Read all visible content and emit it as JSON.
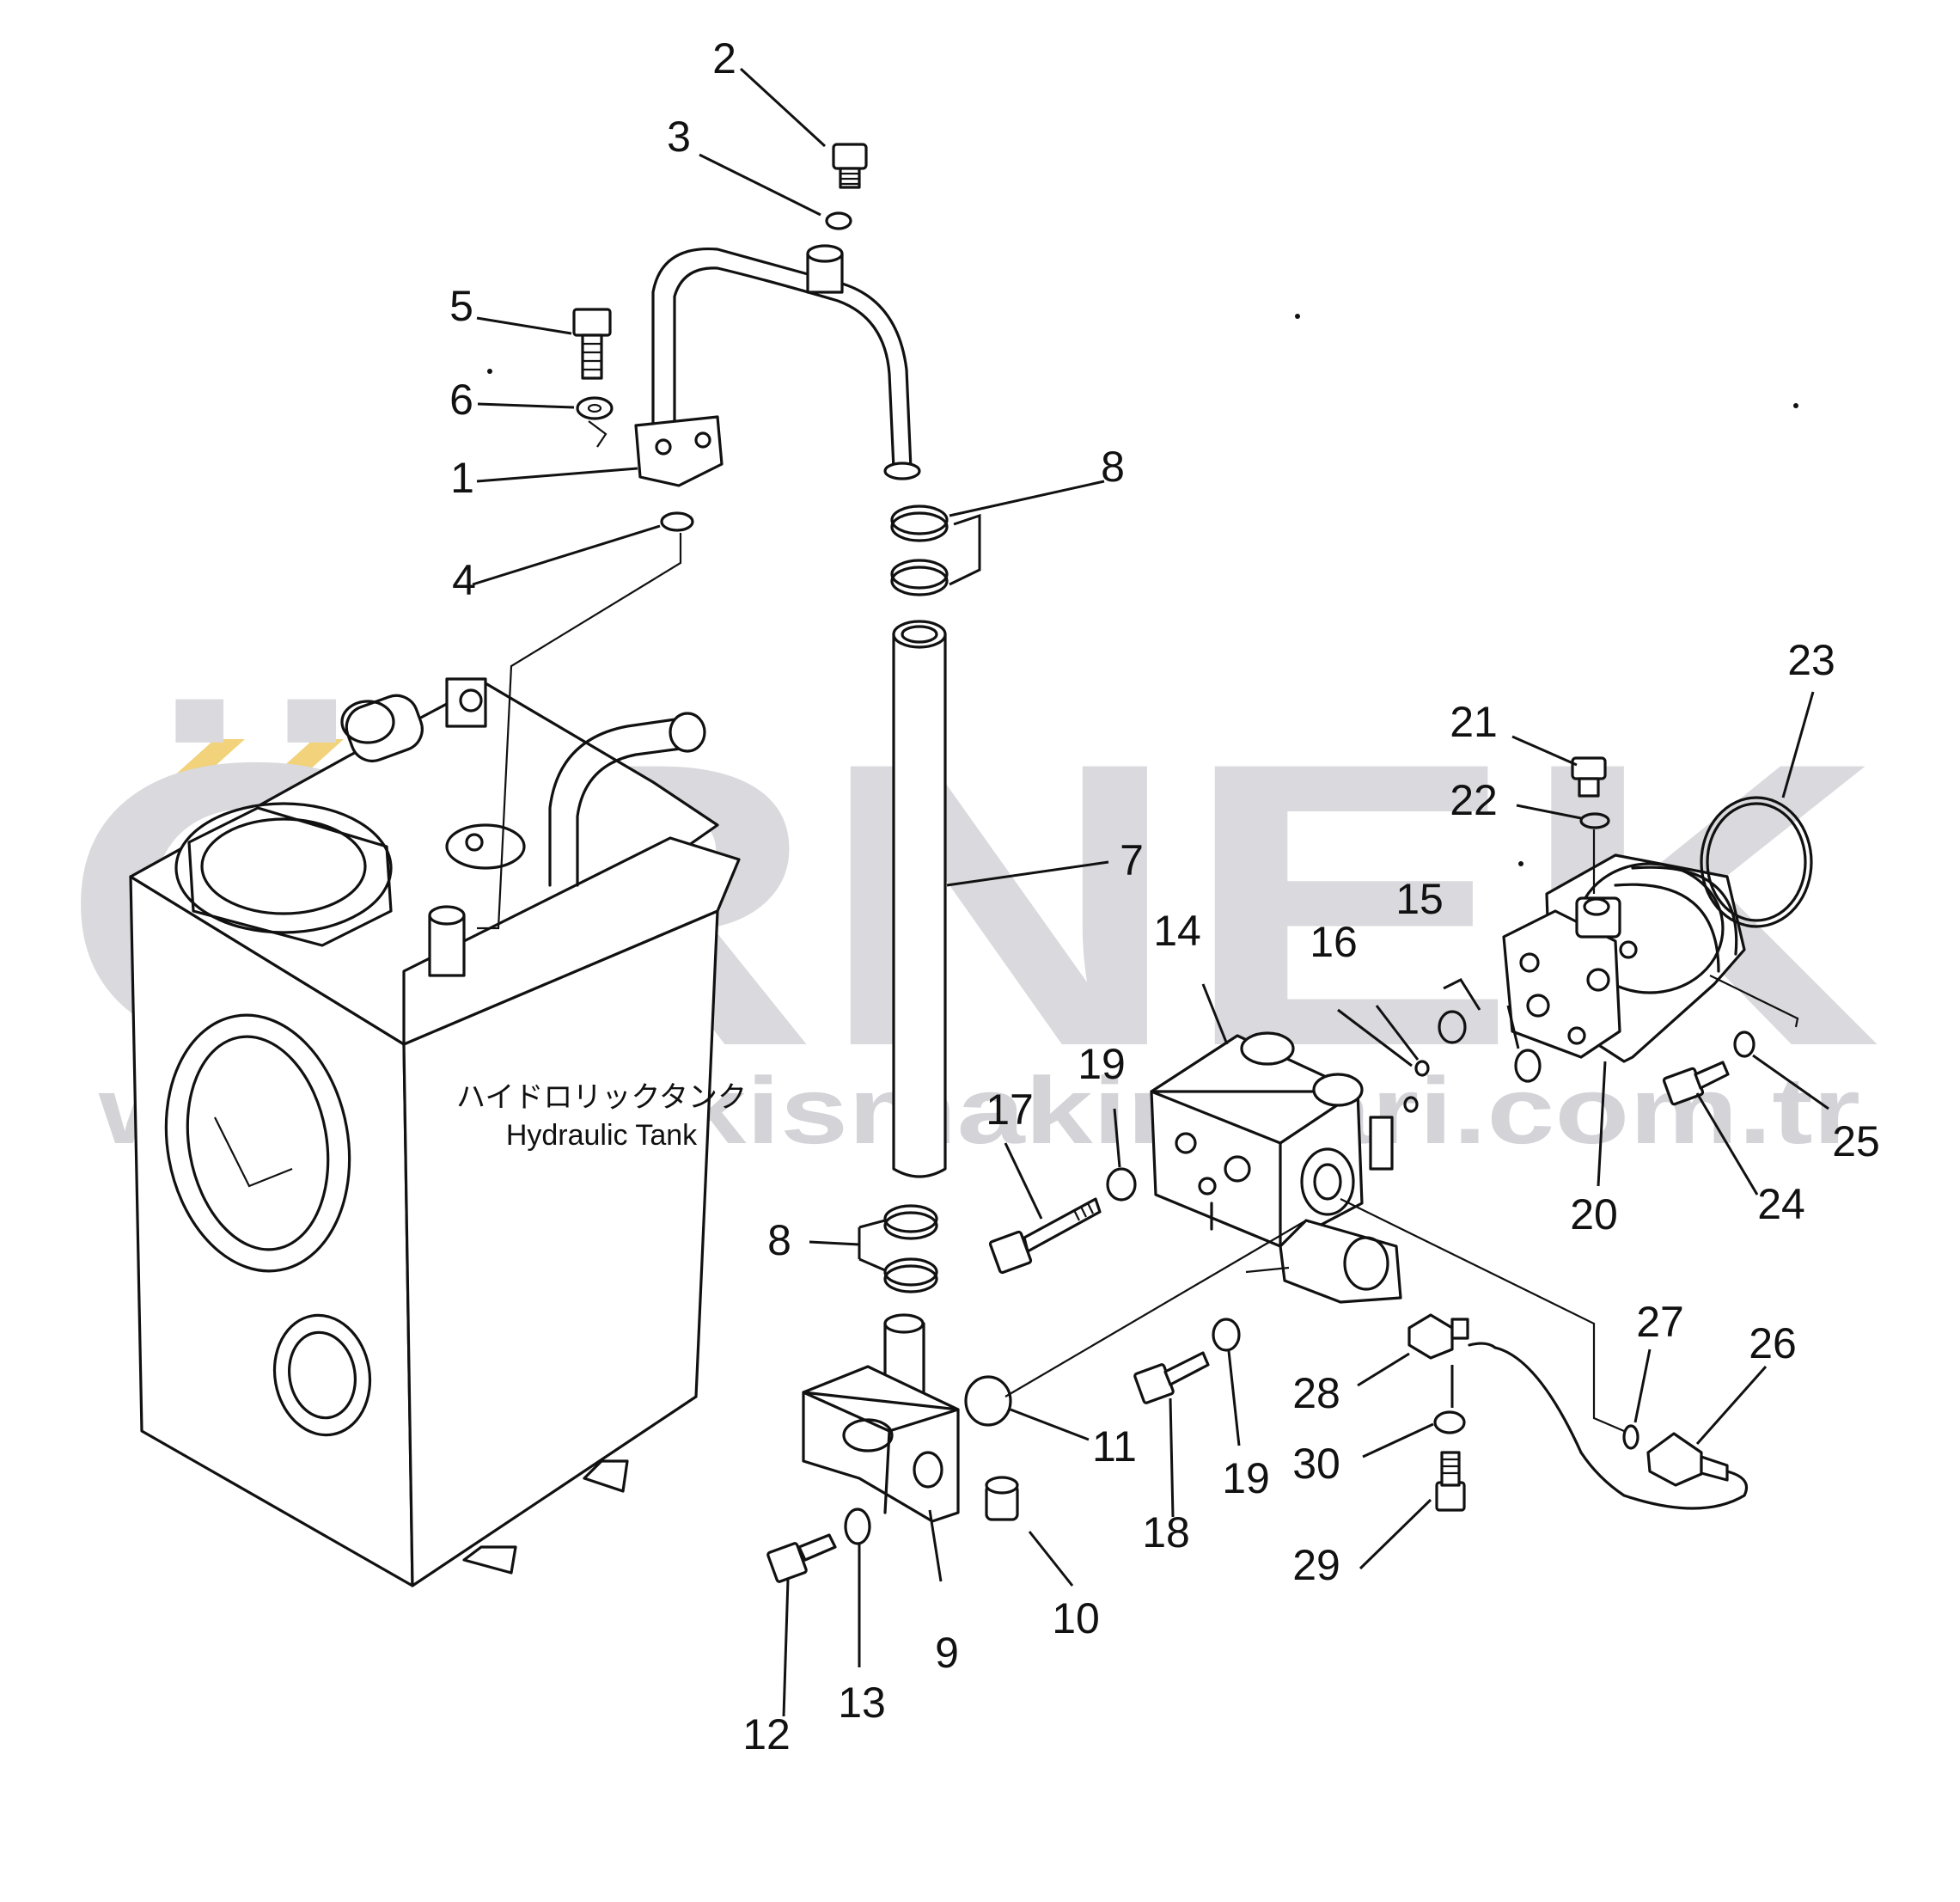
{
  "watermark": {
    "logo_text": "ÖRNEK",
    "url_text": "www.ornekismakinalari.com.tr",
    "logo_color": "#d6d6dc",
    "accent_color": "#f2d27a"
  },
  "tank": {
    "label_japanese": "ハイドロリックタンク",
    "label_english": "Hydraulic Tank"
  },
  "callouts": [
    "2",
    "3",
    "5",
    "6",
    "1",
    "4",
    "8",
    "8",
    "7",
    "9",
    "10",
    "11",
    "12",
    "13",
    "14",
    "15",
    "16",
    "17",
    "18",
    "19",
    "19",
    "20",
    "21",
    "22",
    "23",
    "24",
    "25",
    "26",
    "27",
    "28",
    "29",
    "30"
  ]
}
